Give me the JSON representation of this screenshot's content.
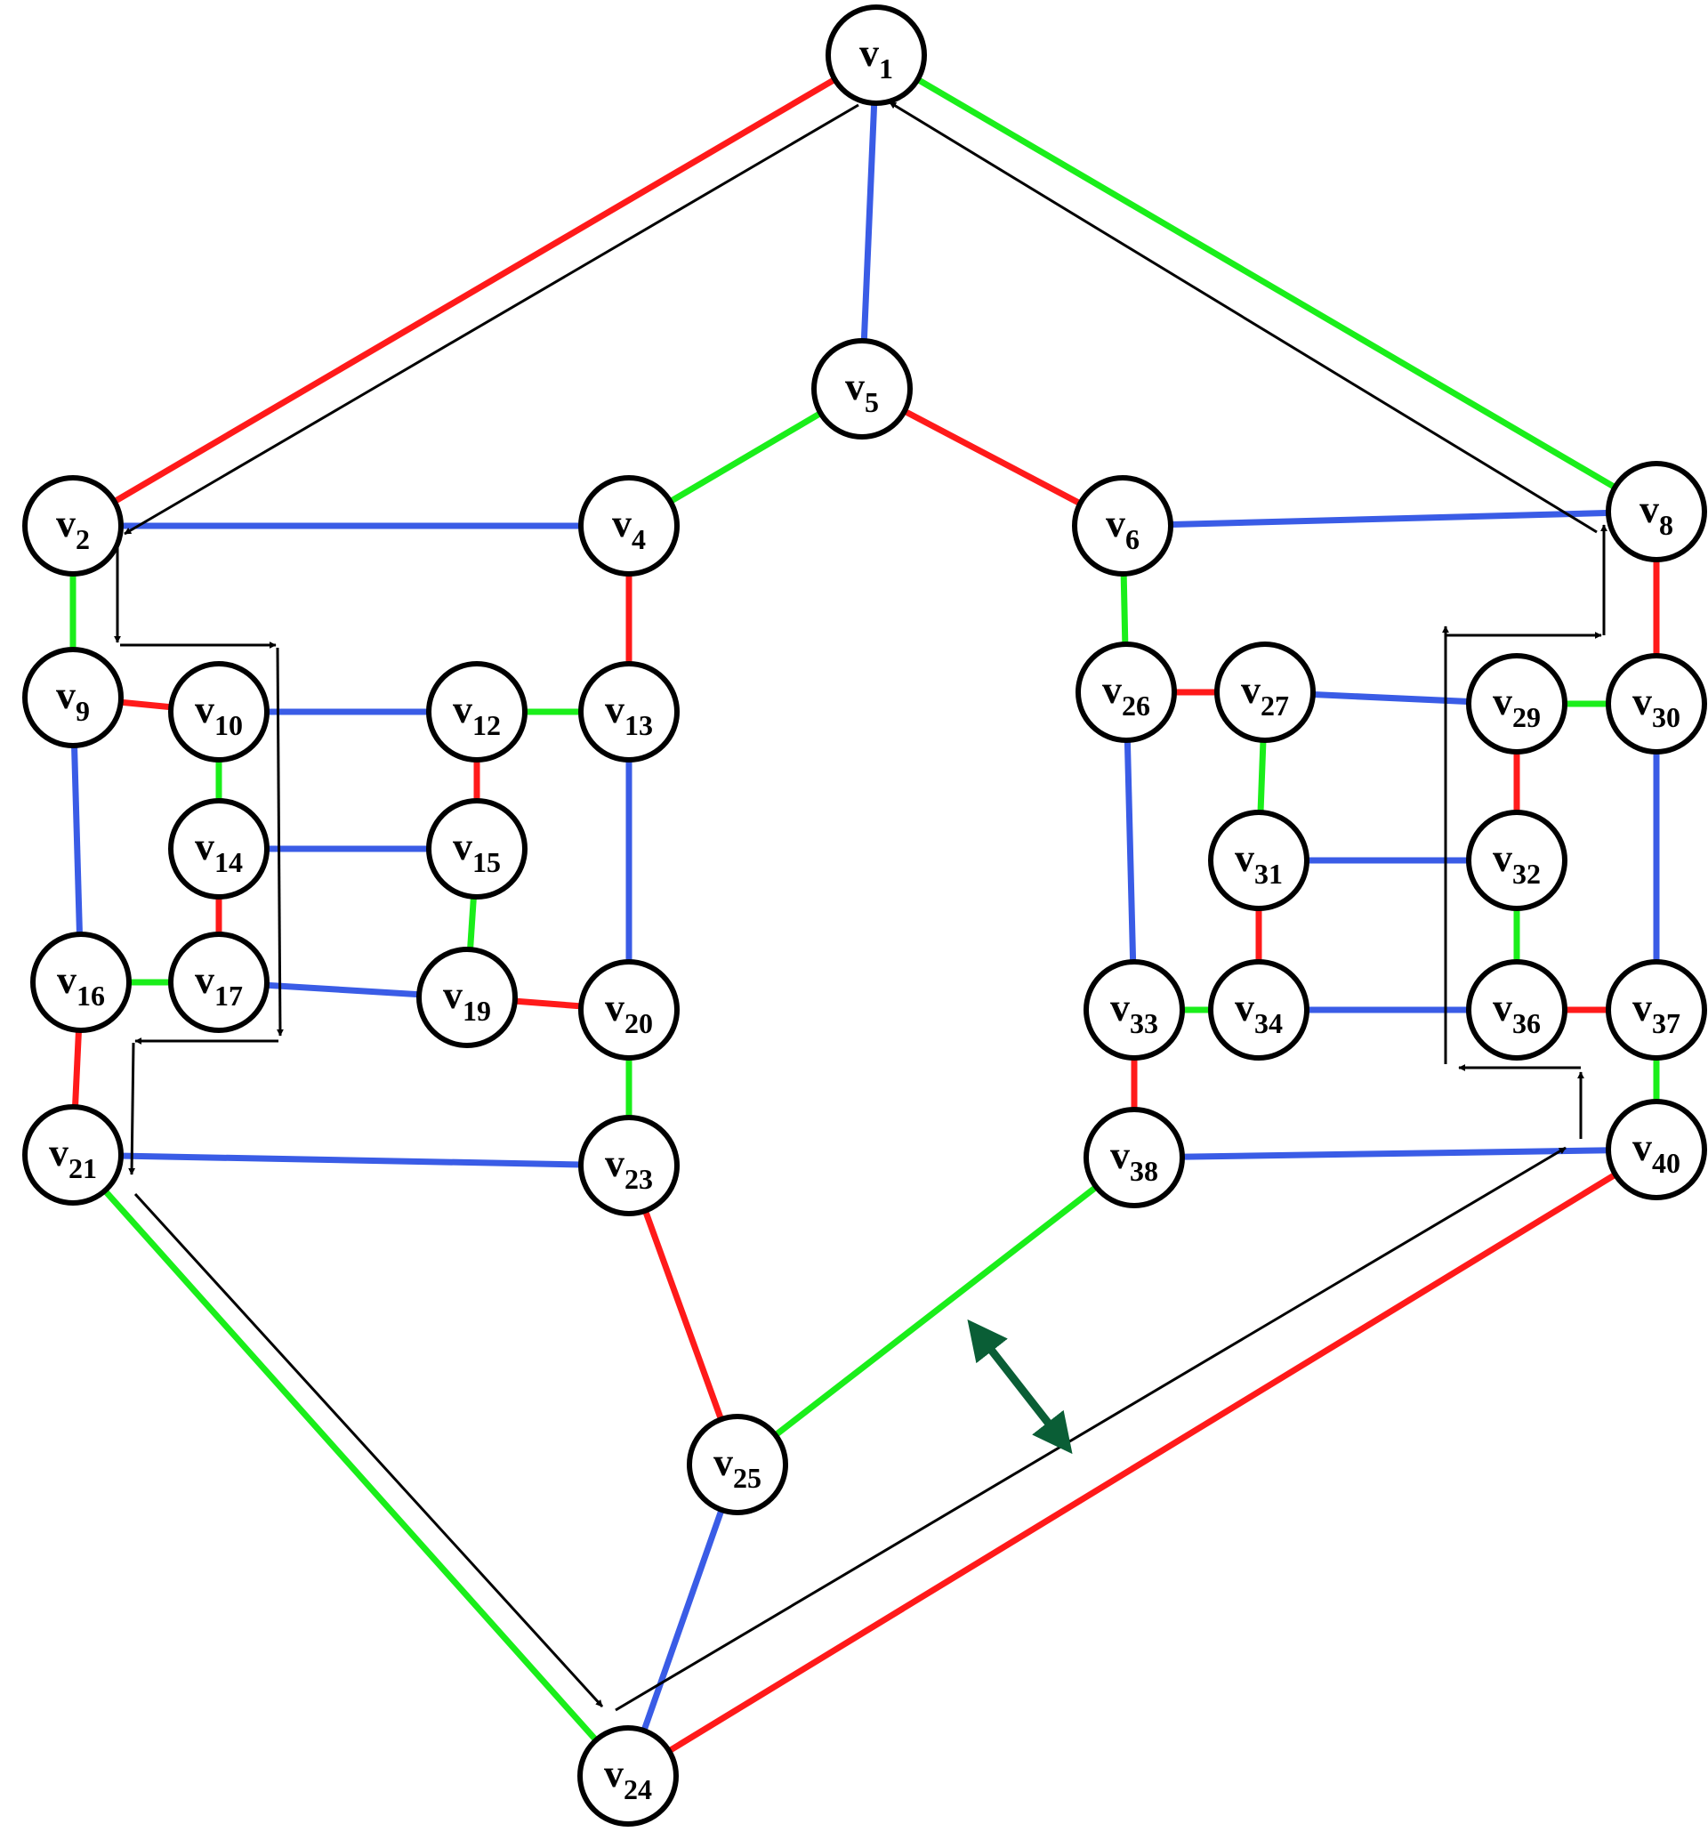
{
  "colors": {
    "red": "#ff1a1a",
    "green": "#1aee1a",
    "blue": "#3a5ce6",
    "arrow": "#000000",
    "double_arrow": "#0a5e36"
  },
  "vertices": [
    {
      "id": "v1",
      "base": "v",
      "sub": "1"
    },
    {
      "id": "v2",
      "base": "v",
      "sub": "2"
    },
    {
      "id": "v4",
      "base": "v",
      "sub": "4"
    },
    {
      "id": "v5",
      "base": "v",
      "sub": "5"
    },
    {
      "id": "v6",
      "base": "v",
      "sub": "6"
    },
    {
      "id": "v8",
      "base": "v",
      "sub": "8"
    },
    {
      "id": "v9",
      "base": "v",
      "sub": "9"
    },
    {
      "id": "v10",
      "base": "v",
      "sub": "10"
    },
    {
      "id": "v12",
      "base": "v",
      "sub": "12"
    },
    {
      "id": "v13",
      "base": "v",
      "sub": "13"
    },
    {
      "id": "v14",
      "base": "v",
      "sub": "14"
    },
    {
      "id": "v15",
      "base": "v",
      "sub": "15"
    },
    {
      "id": "v16",
      "base": "v",
      "sub": "16"
    },
    {
      "id": "v17",
      "base": "v",
      "sub": "17"
    },
    {
      "id": "v19",
      "base": "v",
      "sub": "19"
    },
    {
      "id": "v20",
      "base": "v",
      "sub": "20"
    },
    {
      "id": "v21",
      "base": "v",
      "sub": "21"
    },
    {
      "id": "v23",
      "base": "v",
      "sub": "23"
    },
    {
      "id": "v24",
      "base": "v",
      "sub": "24"
    },
    {
      "id": "v25",
      "base": "v",
      "sub": "25"
    },
    {
      "id": "v26",
      "base": "v",
      "sub": "26"
    },
    {
      "id": "v27",
      "base": "v",
      "sub": "27"
    },
    {
      "id": "v29",
      "base": "v",
      "sub": "29"
    },
    {
      "id": "v30",
      "base": "v",
      "sub": "30"
    },
    {
      "id": "v31",
      "base": "v",
      "sub": "31"
    },
    {
      "id": "v32",
      "base": "v",
      "sub": "32"
    },
    {
      "id": "v33",
      "base": "v",
      "sub": "33"
    },
    {
      "id": "v34",
      "base": "v",
      "sub": "34"
    },
    {
      "id": "v36",
      "base": "v",
      "sub": "36"
    },
    {
      "id": "v37",
      "base": "v",
      "sub": "37"
    },
    {
      "id": "v38",
      "base": "v",
      "sub": "38"
    },
    {
      "id": "v40",
      "base": "v",
      "sub": "40"
    }
  ],
  "edges": [
    {
      "from": "v1",
      "to": "v2",
      "color": "red"
    },
    {
      "from": "v1",
      "to": "v5",
      "color": "blue"
    },
    {
      "from": "v1",
      "to": "v8",
      "color": "green"
    },
    {
      "from": "v5",
      "to": "v4",
      "color": "green"
    },
    {
      "from": "v5",
      "to": "v6",
      "color": "red"
    },
    {
      "from": "v2",
      "to": "v4",
      "color": "blue"
    },
    {
      "from": "v6",
      "to": "v8",
      "color": "blue"
    },
    {
      "from": "v2",
      "to": "v9",
      "color": "green"
    },
    {
      "from": "v4",
      "to": "v13",
      "color": "red"
    },
    {
      "from": "v6",
      "to": "v26",
      "color": "green"
    },
    {
      "from": "v8",
      "to": "v30",
      "color": "red"
    },
    {
      "from": "v9",
      "to": "v10",
      "color": "red"
    },
    {
      "from": "v9",
      "to": "v16",
      "color": "blue"
    },
    {
      "from": "v10",
      "to": "v12",
      "color": "blue"
    },
    {
      "from": "v10",
      "to": "v14",
      "color": "green"
    },
    {
      "from": "v12",
      "to": "v13",
      "color": "green"
    },
    {
      "from": "v12",
      "to": "v15",
      "color": "red"
    },
    {
      "from": "v13",
      "to": "v20",
      "color": "blue"
    },
    {
      "from": "v14",
      "to": "v15",
      "color": "blue"
    },
    {
      "from": "v14",
      "to": "v17",
      "color": "red"
    },
    {
      "from": "v15",
      "to": "v19",
      "color": "green"
    },
    {
      "from": "v16",
      "to": "v17",
      "color": "green"
    },
    {
      "from": "v16",
      "to": "v21",
      "color": "red"
    },
    {
      "from": "v17",
      "to": "v19",
      "color": "blue"
    },
    {
      "from": "v19",
      "to": "v20",
      "color": "red"
    },
    {
      "from": "v20",
      "to": "v23",
      "color": "green"
    },
    {
      "from": "v21",
      "to": "v23",
      "color": "blue"
    },
    {
      "from": "v21",
      "to": "v24",
      "color": "green"
    },
    {
      "from": "v23",
      "to": "v25",
      "color": "red"
    },
    {
      "from": "v25",
      "to": "v24",
      "color": "blue"
    },
    {
      "from": "v25",
      "to": "v38",
      "color": "green"
    },
    {
      "from": "v24",
      "to": "v40",
      "color": "red"
    },
    {
      "from": "v26",
      "to": "v27",
      "color": "red"
    },
    {
      "from": "v26",
      "to": "v33",
      "color": "blue"
    },
    {
      "from": "v27",
      "to": "v29",
      "color": "blue"
    },
    {
      "from": "v27",
      "to": "v31",
      "color": "green"
    },
    {
      "from": "v29",
      "to": "v30",
      "color": "green"
    },
    {
      "from": "v29",
      "to": "v32",
      "color": "red"
    },
    {
      "from": "v30",
      "to": "v37",
      "color": "blue"
    },
    {
      "from": "v31",
      "to": "v32",
      "color": "blue"
    },
    {
      "from": "v31",
      "to": "v34",
      "color": "red"
    },
    {
      "from": "v32",
      "to": "v36",
      "color": "green"
    },
    {
      "from": "v33",
      "to": "v34",
      "color": "green"
    },
    {
      "from": "v33",
      "to": "v38",
      "color": "red"
    },
    {
      "from": "v34",
      "to": "v36",
      "color": "blue"
    },
    {
      "from": "v36",
      "to": "v37",
      "color": "red"
    },
    {
      "from": "v37",
      "to": "v40",
      "color": "green"
    },
    {
      "from": "v38",
      "to": "v40",
      "color": "blue"
    }
  ]
}
